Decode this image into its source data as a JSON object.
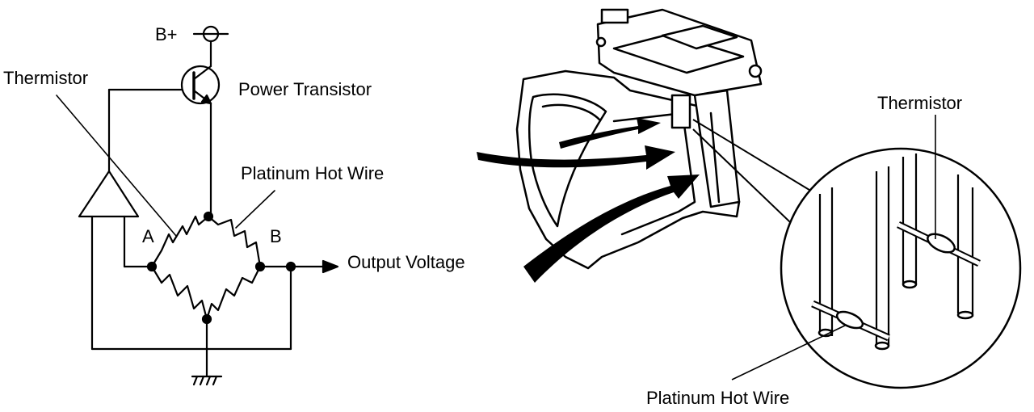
{
  "labels": {
    "b_plus": "B+",
    "thermistor_left": "Thermistor",
    "power_transistor": "Power Transistor",
    "platinum_hot_wire_left": "Platinum Hot Wire",
    "resistor_a": "A",
    "resistor_b": "B",
    "output_voltage": "Output Voltage",
    "thermistor_right": "Thermistor",
    "platinum_hot_wire_right": "Platinum Hot Wire"
  },
  "colors": {
    "line": "#000000",
    "background": "#ffffff"
  }
}
